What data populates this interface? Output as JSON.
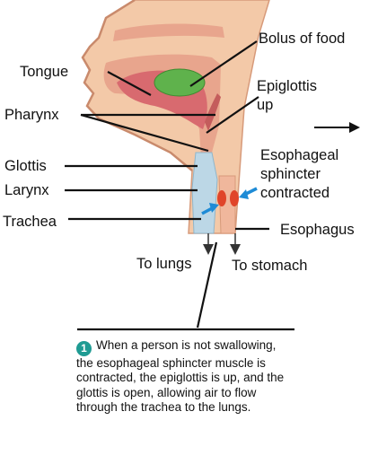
{
  "labels": {
    "bolus": "Bolus of food",
    "tongue": "Tongue",
    "epiglottis_line1": "Epiglottis",
    "epiglottis_line2": "up",
    "pharynx": "Pharynx",
    "glottis": "Glottis",
    "sphincter_line1": "Esophageal",
    "sphincter_line2": "sphincter",
    "sphincter_line3": "contracted",
    "larynx": "Larynx",
    "trachea": "Trachea",
    "esophagus": "Esophagus",
    "to_lungs": "To lungs",
    "to_stomach": "To stomach"
  },
  "caption": {
    "step": "1",
    "text": "When a person is not swallowing, the esophageal sphincter muscle is contracted, the epiglottis is up, and the glottis is open, allowing air to flow through the trachea to the lungs."
  },
  "colors": {
    "tissue": "#f3c9a8",
    "tissue_edge": "#d79a7a",
    "mouth_cavity": "#e8a58d",
    "tongue": "#d86a6f",
    "bolus": "#5fb24c",
    "airway": "#bcd7e6",
    "sphincter": "#e0452a",
    "arrow_blue": "#1e8bd6",
    "badge": "#1f9b93"
  },
  "icons": [
    "right-arrow-icon",
    "blue-arrow-icon",
    "down-arrow-icon"
  ]
}
